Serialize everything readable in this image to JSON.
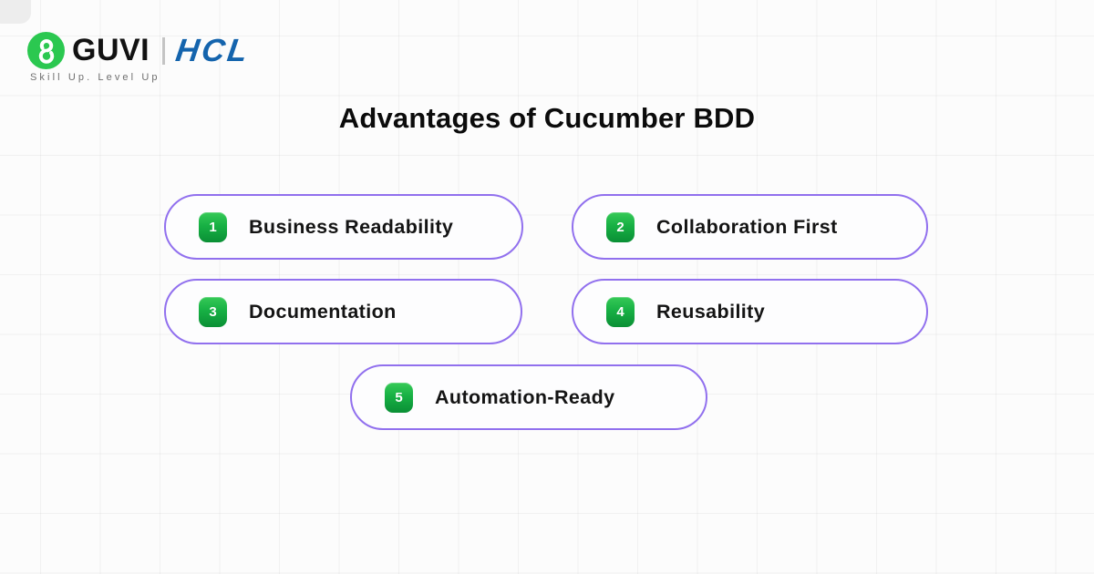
{
  "header": {
    "guvi_wordmark": "GUVI",
    "guvi_tagline": "Skill Up. Level Up",
    "partner_wordmark": "HCL",
    "guvi_green": "#2bc850",
    "hcl_blue": "#1464ad"
  },
  "title": "Advantages of Cucumber BDD",
  "cards": [
    {
      "number": "1",
      "label": "Business Readability"
    },
    {
      "number": "2",
      "label": "Collaboration First"
    },
    {
      "number": "3",
      "label": "Documentation"
    },
    {
      "number": "4",
      "label": "Reusability"
    },
    {
      "number": "5",
      "label": "Automation-Ready"
    }
  ],
  "colors": {
    "card_border": "#9170ee",
    "badge_green_top": "#36ca57",
    "badge_green_bottom": "#0a8f35",
    "background": "#fcfcfc"
  }
}
